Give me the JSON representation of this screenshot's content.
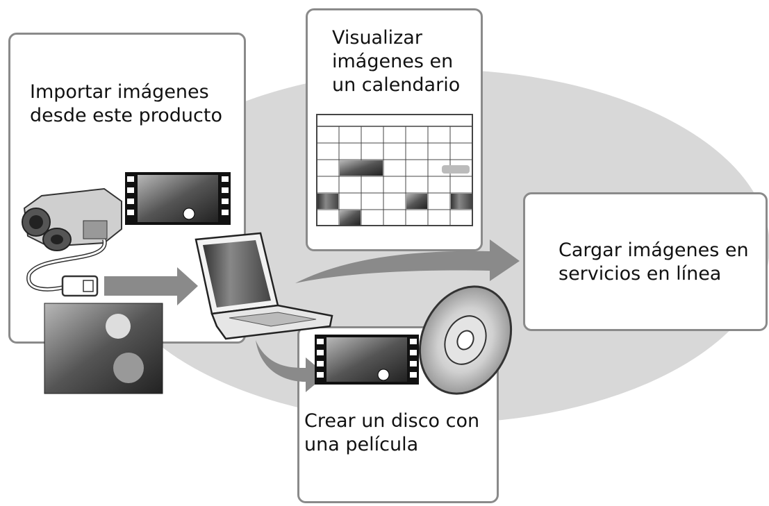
{
  "boxes": {
    "import": {
      "lines": [
        "Importar imágenes",
        "desde este producto"
      ]
    },
    "calendar": {
      "lines": [
        "Visualizar",
        "imágenes en",
        "un calendario"
      ]
    },
    "upload": {
      "lines": [
        "Cargar imágenes en",
        "servicios en línea"
      ]
    },
    "disc": {
      "lines": [
        "Crear un disco con",
        "una película"
      ]
    }
  }
}
